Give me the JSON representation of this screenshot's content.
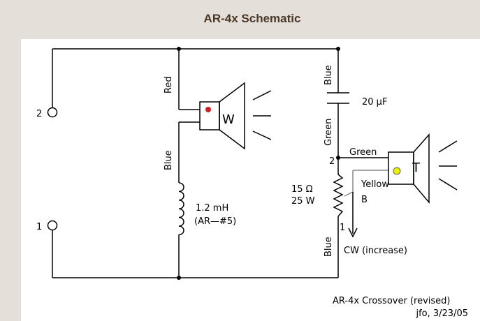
{
  "page": {
    "title": "AR-4x Schematic"
  },
  "terminals": {
    "t2": "2",
    "t1": "1"
  },
  "wire_labels": {
    "red": "Red",
    "blue_left": "Blue",
    "blue_top": "Blue",
    "green_vertical": "Green",
    "green_horizontal": "Green",
    "yellow": "Yellow",
    "blue_bottom": "Blue"
  },
  "components": {
    "woofer_label": "W",
    "tweeter_label": "T",
    "capacitor_value": "20 μF",
    "resistor_value": "15 Ω",
    "resistor_power": "25 W",
    "inductor_value": "1.2 mH",
    "inductor_part": "(AR—#5)",
    "pot_pin_2": "2",
    "pot_pin_1": "1",
    "pot_wiper": "B",
    "pot_direction": "CW (increase)"
  },
  "colors": {
    "woofer_dot": "#cc2222",
    "tweeter_dot": "#eeee00"
  },
  "caption": {
    "line1": "AR-4x Crossover (revised)",
    "line2": "jfo, 3/23/05"
  }
}
